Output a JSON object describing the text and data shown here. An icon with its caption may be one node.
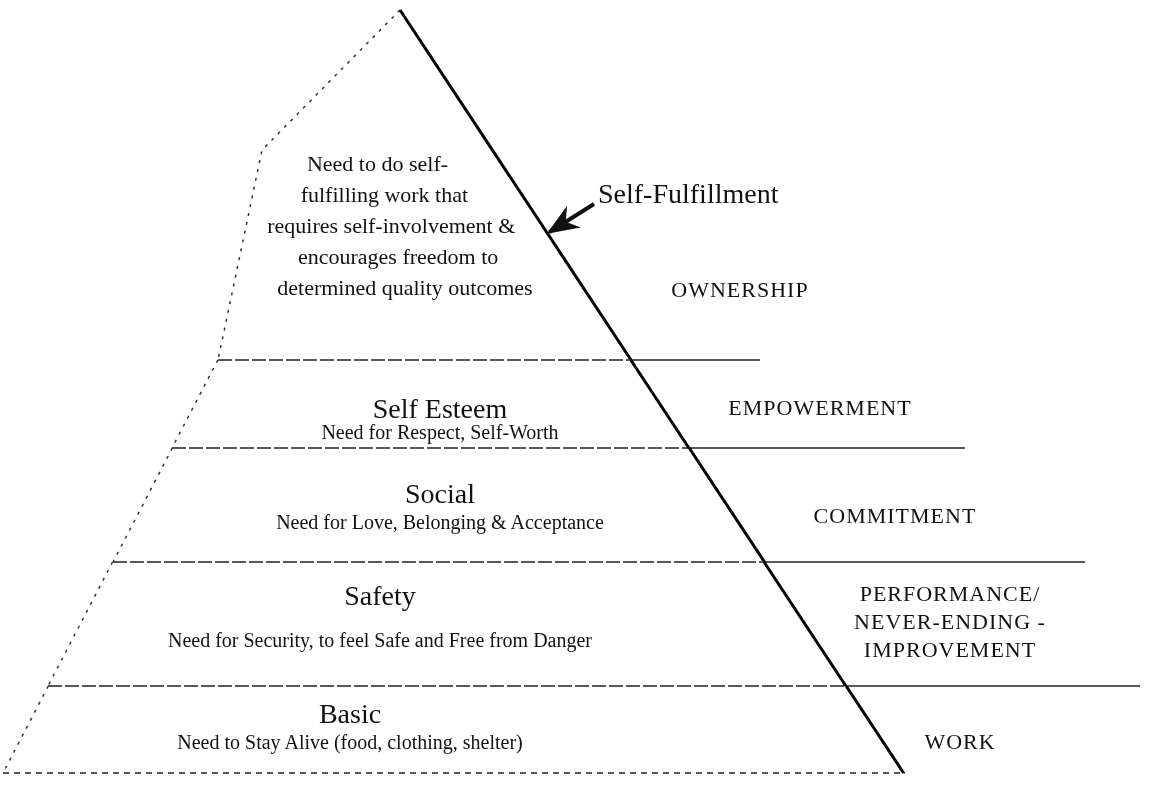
{
  "diagram": {
    "nodes": [
      {
        "text": [
          "Need to do self-fulfilling work that requires self-involvement & encourages freedom to determined quality outcomes"
        ]
      },
      {
        "text": [
          "Self Esteem",
          "Need for Respect, Self-Worth"
        ]
      },
      {
        "text": [
          "Social",
          "Need for Love, Belonging & Acceptance"
        ]
      },
      {
        "text": [
          "Safety",
          "Need for Security, to feel Safe and Free from Danger"
        ]
      },
      {
        "text": [
          "Basic",
          "Need to Stay Alive (food, clothing, shelter)"
        ]
      },
      {
        "text": [
          "Self-Fulfillment"
        ]
      }
    ],
    "edges": [
      {
        "from": 5,
        "to": 0,
        "arrow": "to"
      }
    ],
    "labels": [
      "OWNERSHIP",
      "EMPOWERMENT",
      "COMMITMENT",
      "PERFORMANCE/ NEVER-ENDING - IMPROVEMENT",
      "WORK"
    ]
  }
}
